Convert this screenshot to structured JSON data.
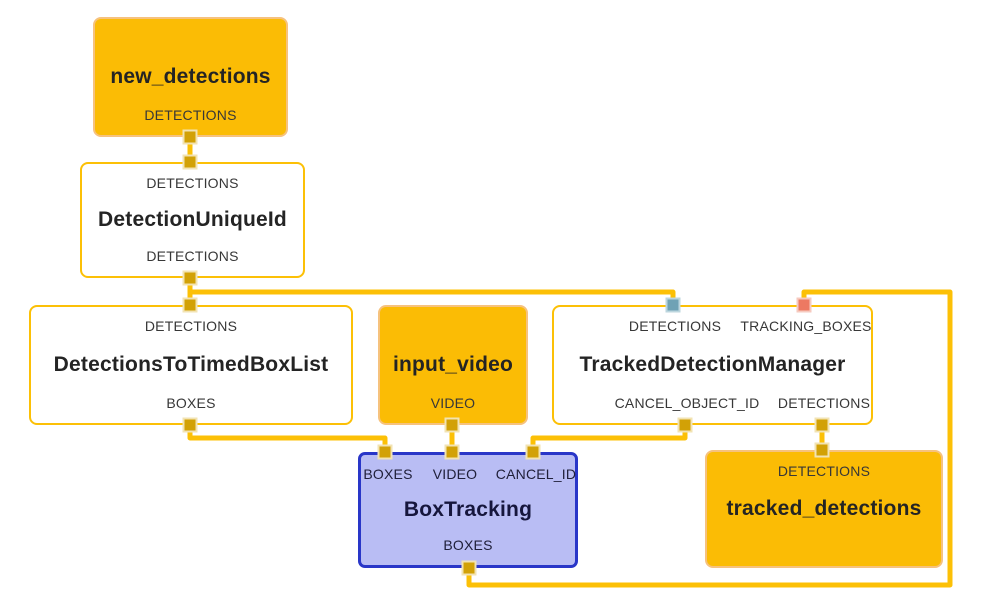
{
  "nodes": {
    "new_detections": {
      "title": "new_detections",
      "out0": "DETECTIONS"
    },
    "detection_unique_id": {
      "in0": "DETECTIONS",
      "title": "DetectionUniqueId",
      "out0": "DETECTIONS"
    },
    "detections_to_timed_box_list": {
      "in0": "DETECTIONS",
      "title": "DetectionsToTimedBoxList",
      "out0": "BOXES"
    },
    "input_video": {
      "title": "input_video",
      "out0": "VIDEO"
    },
    "tracked_detection_manager": {
      "in0": "DETECTIONS",
      "in1": "TRACKING_BOXES",
      "title": "TrackedDetectionManager",
      "out0": "CANCEL_OBJECT_ID",
      "out1": "DETECTIONS"
    },
    "box_tracking": {
      "in0": "BOXES",
      "in1": "VIDEO",
      "in2": "CANCEL_ID",
      "title": "BoxTracking",
      "out0": "BOXES"
    },
    "tracked_detections": {
      "in0": "DETECTIONS",
      "title": "tracked_detections"
    }
  },
  "colors": {
    "wire": "#FCC006",
    "connector": "#D2A106",
    "stream_node_fill": "#FBBC05",
    "stream_node_border": "#F6C27E",
    "calculator_node_border": "#FCC006",
    "selected_node_fill": "#B9BDF4",
    "selected_node_border": "#2936C8",
    "back_edge_connector_teal": "#6FA2B5",
    "back_edge_connector_salmon": "#ED7962"
  }
}
